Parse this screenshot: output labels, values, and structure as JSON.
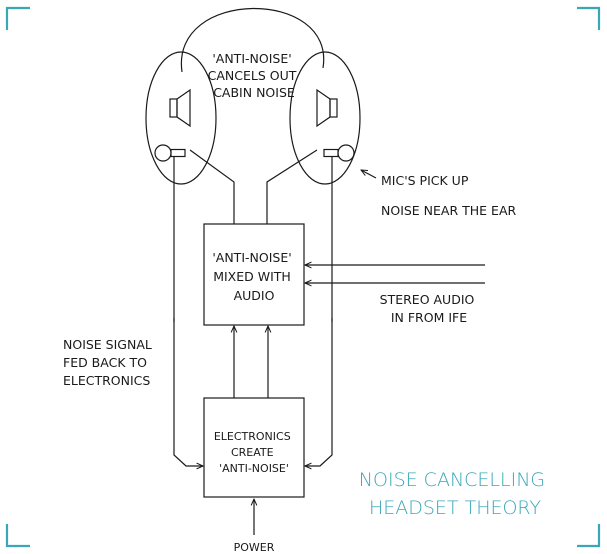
{
  "colors": {
    "accent": "#3aa6b9",
    "line": "#1a1a1a",
    "background": "#ffffff"
  },
  "labels": {
    "headband": [
      "'ANTI-NOISE'",
      "CANCELS OUT",
      "CABIN NOISE"
    ],
    "mics": [
      "MIC'S PICK UP",
      "NOISE NEAR THE EAR"
    ],
    "mixer": [
      "'ANTI-NOISE'",
      "MIXED WITH",
      "AUDIO"
    ],
    "stereo": [
      "STEREO AUDIO",
      "IN FROM IFE"
    ],
    "feedback": [
      "NOISE SIGNAL",
      "FED BACK TO",
      "ELECTRONICS"
    ],
    "electronics": [
      "ELECTRONICS",
      "CREATE",
      "'ANTI-NOISE'"
    ],
    "power": "POWER"
  },
  "title": [
    "NOISE CANCELLING",
    "HEADSET THEORY"
  ],
  "icons": {
    "left_speaker": "speaker-icon",
    "right_speaker": "speaker-icon",
    "left_mic": "microphone-icon",
    "right_mic": "microphone-icon"
  }
}
